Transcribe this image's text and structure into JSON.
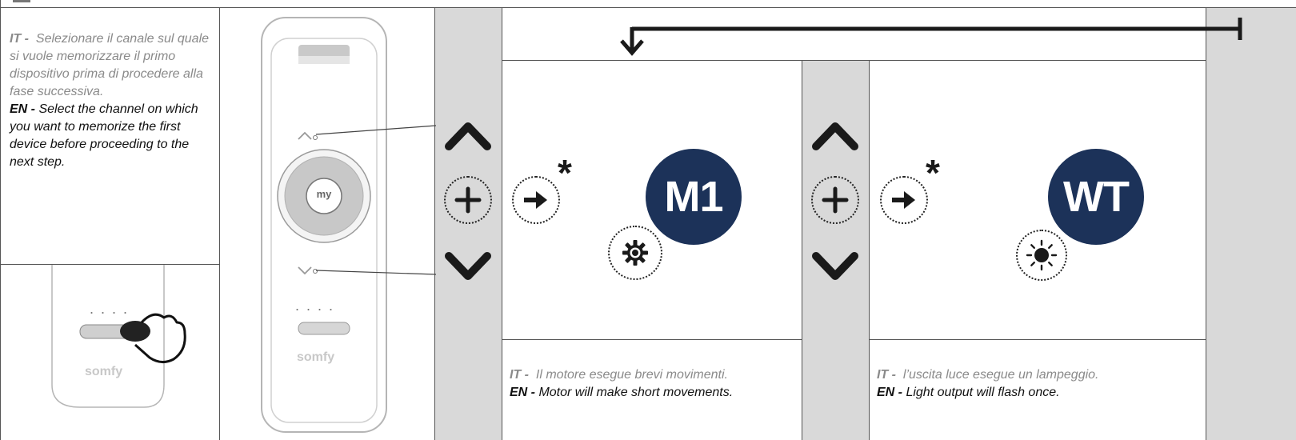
{
  "left_panel": {
    "it_prefix": "IT -",
    "it_text": "Selezionare il canale sul quale si vuole memorizzare il primo dispositivo prima di procedere alla fase successiva.",
    "en_prefix": "EN -",
    "en_text": "Select the channel on which you want to memorize the first device before proceeding to the next step."
  },
  "remote": {
    "my_label": "my",
    "brand": "somfy",
    "dots": ". . . ."
  },
  "small_remote": {
    "brand": "somfy",
    "dots": ". . . ."
  },
  "step_m1": {
    "badge": "M1",
    "asterisk": "*",
    "it_prefix": "IT -",
    "it_text": "Il motore esegue brevi movimenti.",
    "en_prefix": "EN -",
    "en_text": "Motor will make short movements."
  },
  "step_wt": {
    "badge": "WT",
    "asterisk": "*",
    "it_prefix": "IT -",
    "it_text": "l’uscita luce esegue un lampeggio.",
    "en_prefix": "EN -",
    "en_text": "Light output will flash once."
  },
  "colors": {
    "badge": "#1c3259",
    "band": "#d9d9d9",
    "it_text": "#8a8a8a"
  },
  "icons": [
    "up-chevron-icon",
    "plus-icon",
    "down-chevron-icon",
    "arrow-right-icon",
    "gear-icon",
    "sun-icon",
    "return-arrow-icon",
    "finger-press-icon"
  ]
}
